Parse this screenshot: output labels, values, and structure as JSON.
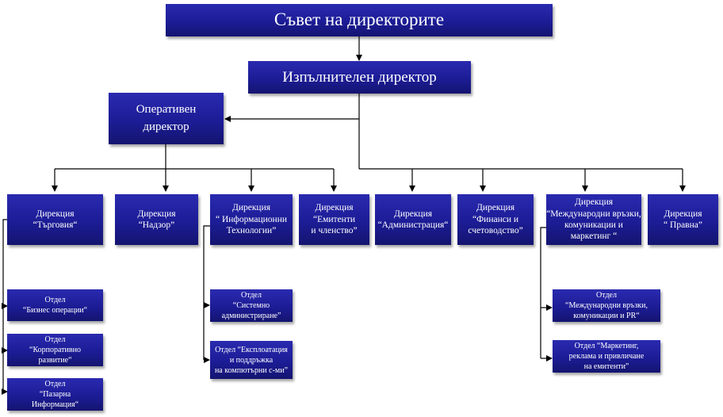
{
  "title": "Съвет на директорите",
  "nodes": {
    "board": "Съвет на директорите",
    "ceo": "Изпълнителен директор",
    "coo": "Оперативен\nдиректор",
    "dir_trade": "Дирекция\n“Търговия“",
    "dir_supervision": "Дирекция\n“Надзор”",
    "dir_it": "Дирекция\n“ Информационни\nТехнологии”",
    "dir_issuers": "Дирекция\n“Емитенти\nи членство”",
    "dir_admin": "Дирекция\n“Администрация“",
    "dir_finance": "Дирекция\n“Финанси и\nсчетоводство”",
    "dir_intl": "Дирекция\n“Международни връзки,\nкомуникации и\nмаркетинг “",
    "dir_legal": "Дирекция\n“ Правна”",
    "dept_business_ops": "Отдел\n“Бизнес операции“",
    "dept_corp_dev": "Отдел\n“Корпоративно\nразвитие“",
    "dept_market_info": "Отдел\n“Пазарна\nИнформация“",
    "dept_sysadmin": "Отдел\n“Системно\nадминистриране”",
    "dept_operations": "Отдел “Експлоатация\nи поддръжка\nна компютърни с-ми”",
    "dept_intl_pr": "Отдел\n“Международни връзки,\nкомуникации и PR“",
    "dept_marketing": "Отдел “Маркетинг,\nреклама и привличане\nна емитенти”"
  },
  "colors": {
    "box_fill": "#1c1c96",
    "box_text": "#ffffff",
    "connector": "#000000"
  }
}
